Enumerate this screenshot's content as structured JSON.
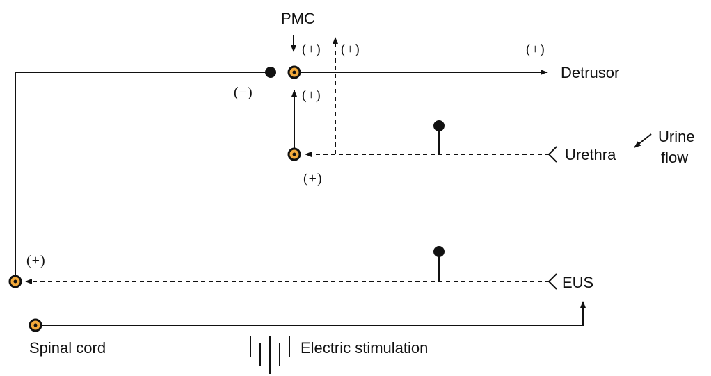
{
  "labels": {
    "pmc": "PMC",
    "detrusor": "Detrusor",
    "urethra": "Urethra",
    "urine_flow_line1": "Urine",
    "urine_flow_line2": "flow",
    "eus": "EUS",
    "spinal_cord": "Spinal cord",
    "electric_stimulation": "Electric stimulation"
  },
  "signs": {
    "plus_pmc_in": "(+)",
    "plus_pmc_out": "(+)",
    "plus_detrusor": "(+)",
    "minus_inhibit": "(−)",
    "plus_mid": "(+)",
    "plus_lower_neuron": "(+)",
    "plus_spinal": "(+)"
  },
  "colors": {
    "line": "#111111",
    "neuron_fill": "#f2a93b",
    "neuron_ring": "#111111",
    "terminal": "#111111"
  }
}
